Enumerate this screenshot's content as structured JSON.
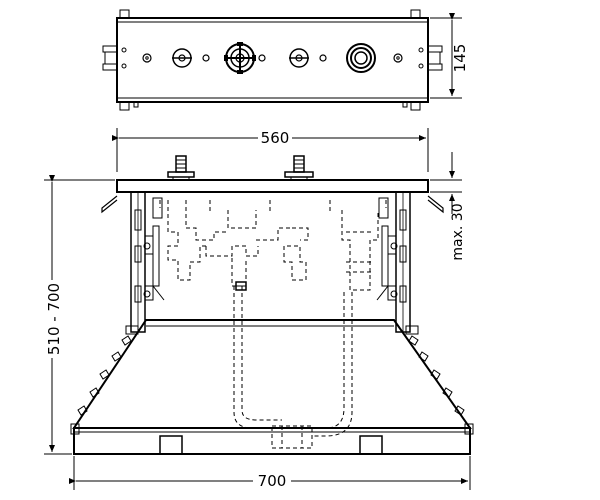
{
  "dimensions": {
    "height_top": "145",
    "width_top": "560",
    "max_depth": "max. 30",
    "height_range": "510 - 700",
    "width_bottom": "700"
  },
  "colors": {
    "line": "#000000",
    "background": "#ffffff",
    "fill_light": "#f2f2f2"
  }
}
